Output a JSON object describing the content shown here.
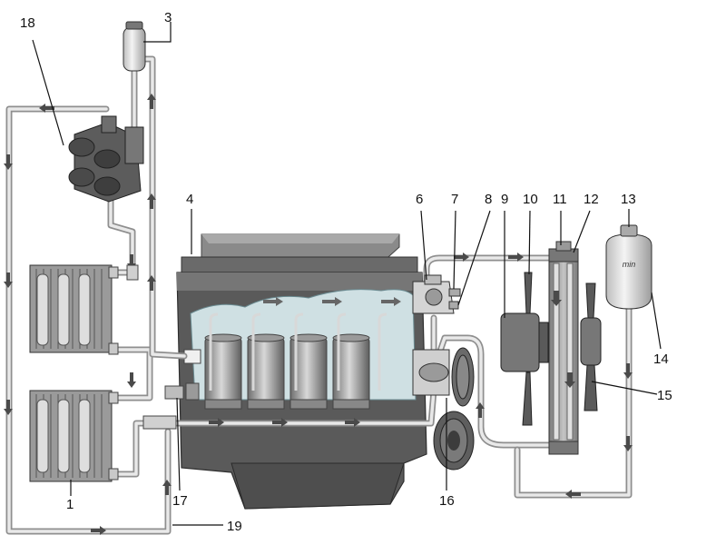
{
  "callouts": {
    "c1": "1",
    "c3": "3",
    "c4": "4",
    "c6": "6",
    "c7": "7",
    "c8": "8",
    "c9": "9",
    "c10": "10",
    "c11": "11",
    "c12": "12",
    "c13": "13",
    "c14": "14",
    "c15": "15",
    "c16": "16",
    "c17": "17",
    "c18": "18",
    "c19": "19"
  },
  "tank_label": "min",
  "colors": {
    "engine_dark": "#5a5a5a",
    "engine_mid": "#7a7a7a",
    "coolant": "#cfe0e3",
    "pipe": "#8f8f8f",
    "radiator": "#9a9a9a"
  }
}
